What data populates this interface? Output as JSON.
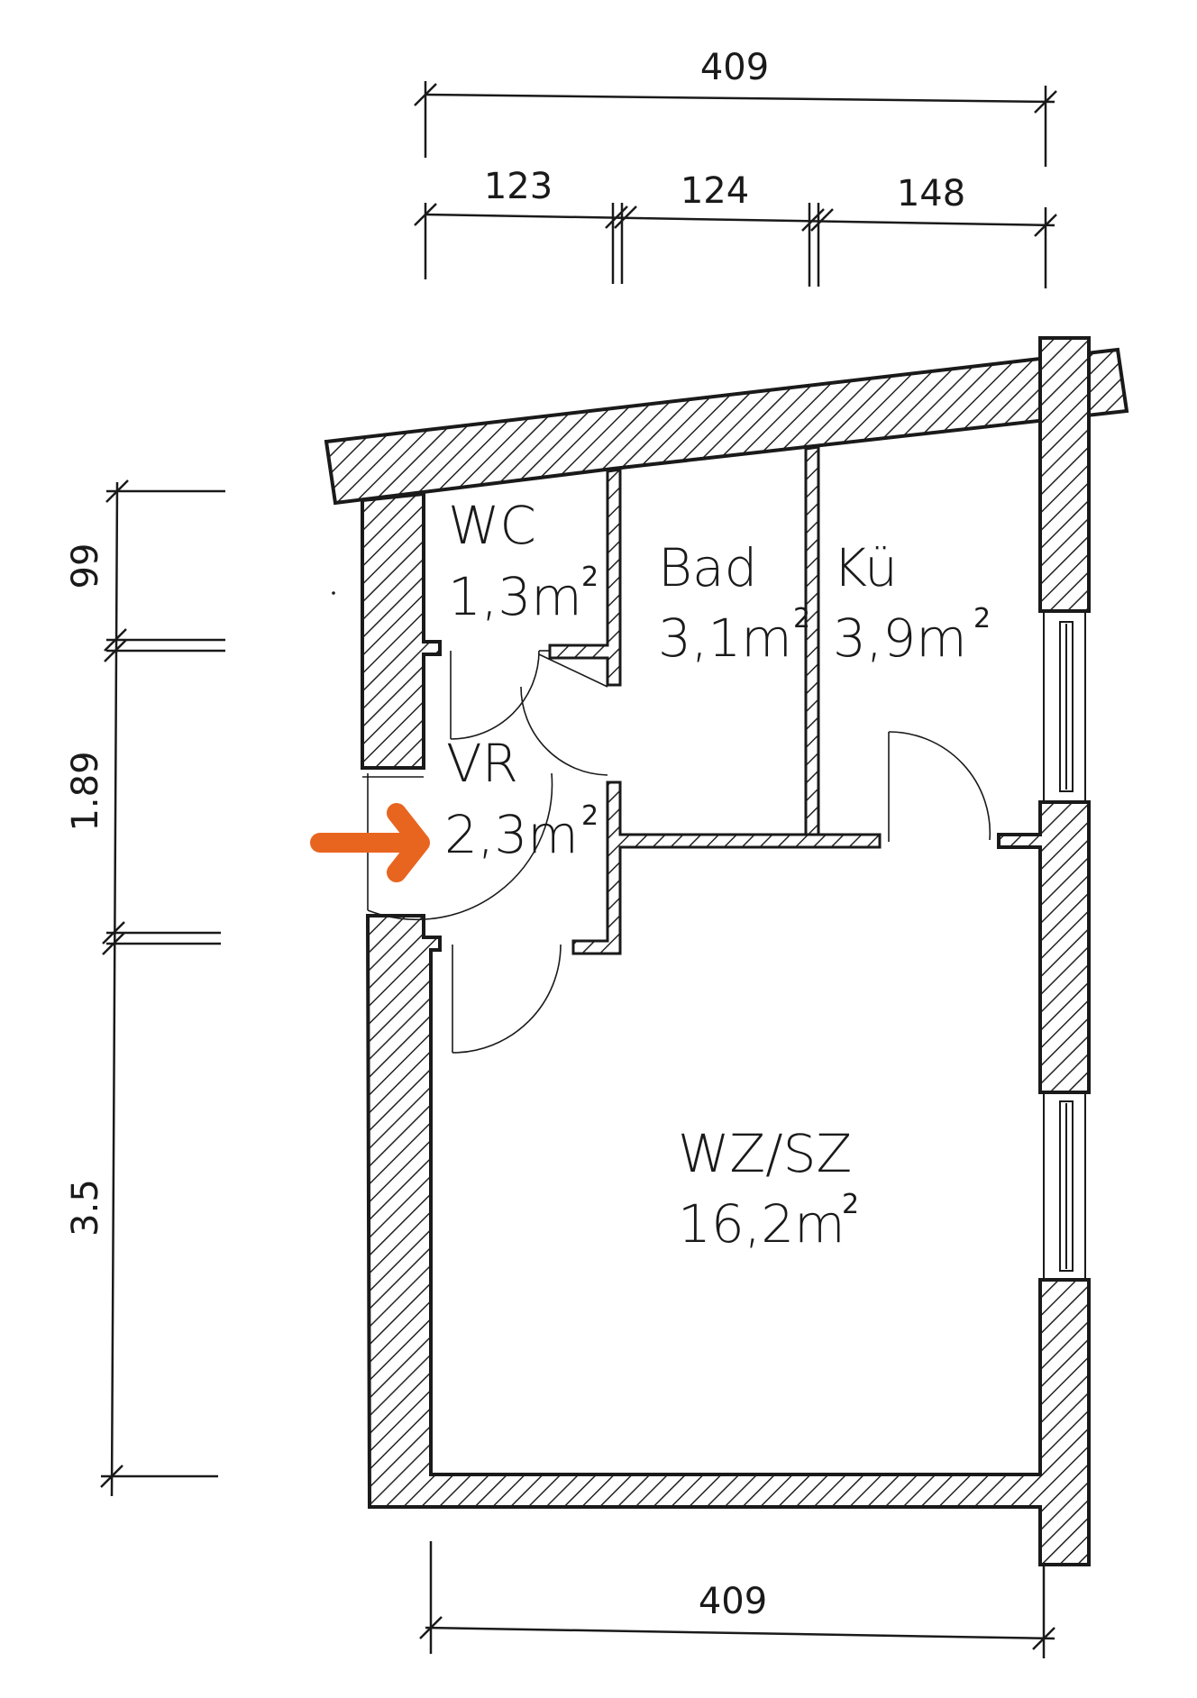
{
  "plan": {
    "dimensions": {
      "top_total": "409",
      "top_seg_1": "123",
      "top_seg_2": "124",
      "top_seg_3": "148",
      "bottom_total": "409",
      "left_seg_1": "99",
      "left_seg_2": "1.89",
      "left_seg_3": "3.5"
    },
    "rooms": {
      "wc": {
        "name": "WC",
        "area": "1,3m",
        "sup": "2"
      },
      "bad": {
        "name": "Bad",
        "area": "3,1m",
        "sup": "2"
      },
      "kue": {
        "name": "Kü",
        "area": "3,9m",
        "sup": "2"
      },
      "vr": {
        "name": "VR",
        "area": "2,3m",
        "sup": "2"
      },
      "wz": {
        "name": "WZ/SZ",
        "area": "16,2m",
        "sup": "2"
      }
    },
    "colors": {
      "wall_hatch": "#222222",
      "line": "#1a1a1a",
      "entrance_arrow": "#e8651f"
    },
    "entrance_arrow_icon": "arrow-right-icon"
  }
}
